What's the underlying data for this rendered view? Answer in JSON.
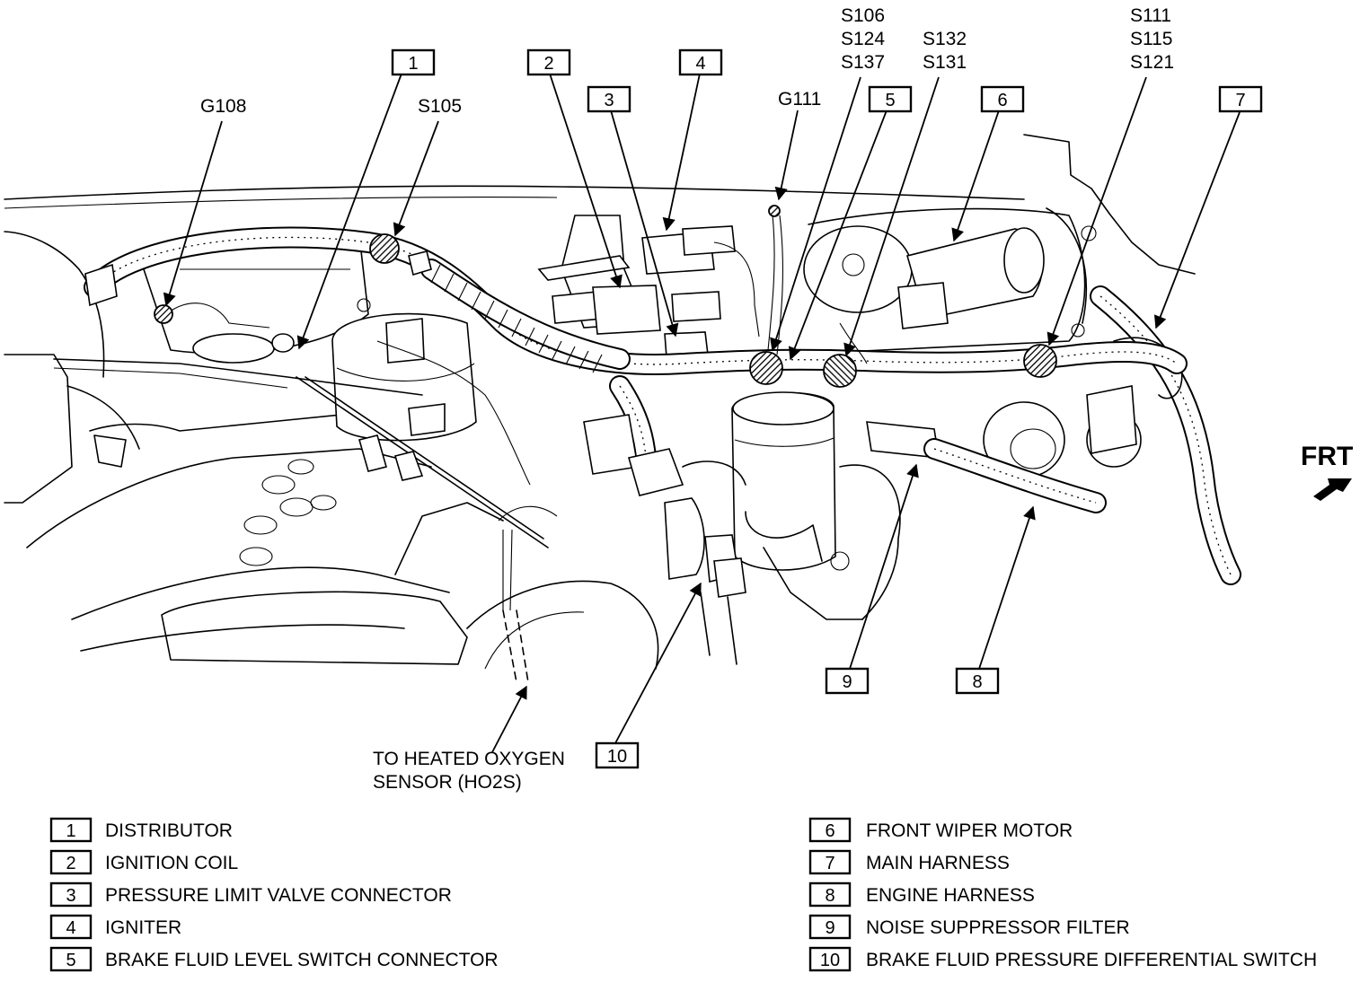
{
  "callouts": [
    {
      "number": "1"
    },
    {
      "number": "2"
    },
    {
      "number": "3"
    },
    {
      "number": "4"
    },
    {
      "number": "5"
    },
    {
      "number": "6"
    },
    {
      "number": "7"
    },
    {
      "number": "8"
    },
    {
      "number": "9"
    },
    {
      "number": "10"
    }
  ],
  "splices": {
    "g108": "G108",
    "s105": "S105",
    "g111": "G111",
    "group_a": [
      "S106",
      "S124",
      "S137"
    ],
    "group_b": [
      "S132",
      "S131"
    ],
    "group_c": [
      "S111",
      "S115",
      "S121"
    ]
  },
  "oxygen_sensor": {
    "line1": "TO HEATED OXYGEN",
    "line2": "SENSOR (HO2S)"
  },
  "direction_label": "FRT",
  "legend": [
    {
      "number": "1",
      "text": "DISTRIBUTOR"
    },
    {
      "number": "2",
      "text": "IGNITION COIL"
    },
    {
      "number": "3",
      "text": "PRESSURE LIMIT VALVE CONNECTOR"
    },
    {
      "number": "4",
      "text": "IGNITER"
    },
    {
      "number": "5",
      "text": "BRAKE FLUID LEVEL SWITCH CONNECTOR"
    },
    {
      "number": "6",
      "text": "FRONT WIPER MOTOR"
    },
    {
      "number": "7",
      "text": "MAIN HARNESS"
    },
    {
      "number": "8",
      "text": "ENGINE HARNESS"
    },
    {
      "number": "9",
      "text": "NOISE SUPPRESSOR FILTER"
    },
    {
      "number": "10",
      "text": "BRAKE FLUID PRESSURE DIFFERENTIAL SWITCH"
    }
  ],
  "colors": {
    "line": "#000000",
    "background": "#ffffff"
  }
}
